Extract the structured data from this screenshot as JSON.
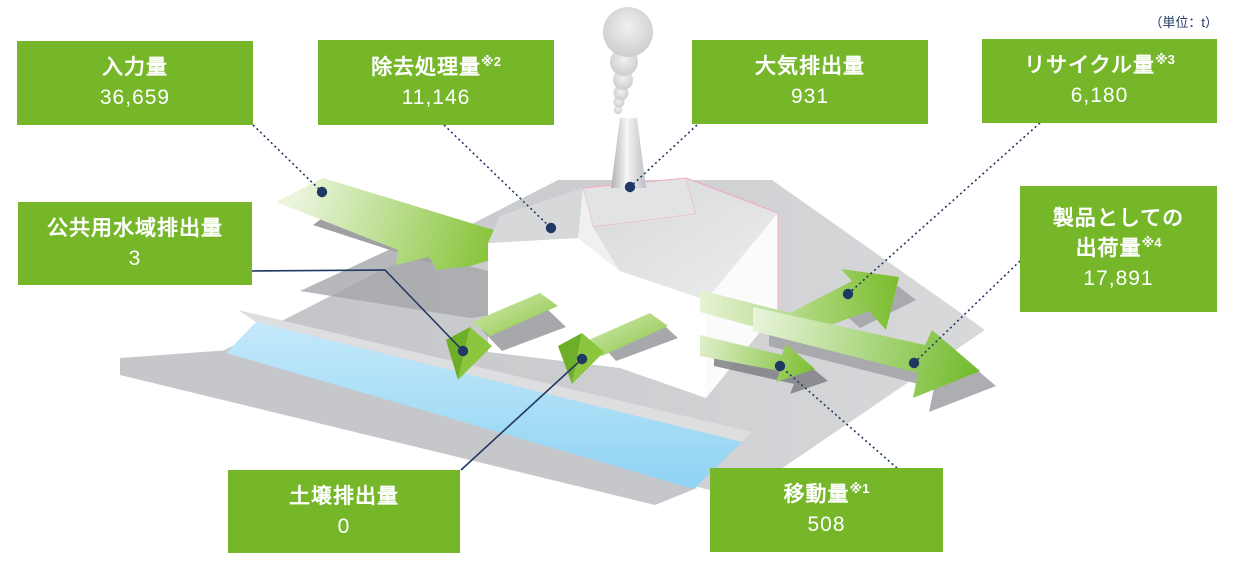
{
  "unit_note": "（単位：t）",
  "colors": {
    "label_green": "#76B729",
    "leader_navy": "#1F3864",
    "arrow_green": "#8CC63F",
    "arrow_light": "#E9F4DB",
    "water_blue": "#9FD9F6",
    "ground_gray": "#C9CACC"
  },
  "labels": {
    "input": {
      "title": "入力量",
      "sup": "",
      "value": "36,659"
    },
    "removal": {
      "title": "除去処理量",
      "sup": "※2",
      "value": "11,146"
    },
    "air": {
      "title": "大気排出量",
      "sup": "",
      "value": "931"
    },
    "recycle": {
      "title": "リサイクル量",
      "sup": "※3",
      "value": "6,180"
    },
    "public_water": {
      "title": "公共用水域排出量",
      "sup": "",
      "value": "3"
    },
    "product_shipment": {
      "title_line1": "製品としての",
      "title_line2": "出荷量",
      "sup": "※4",
      "value": "17,891"
    },
    "soil": {
      "title": "土壌排出量",
      "sup": "",
      "value": "0"
    },
    "transfer": {
      "title": "移動量",
      "sup": "※1",
      "value": "508"
    }
  }
}
